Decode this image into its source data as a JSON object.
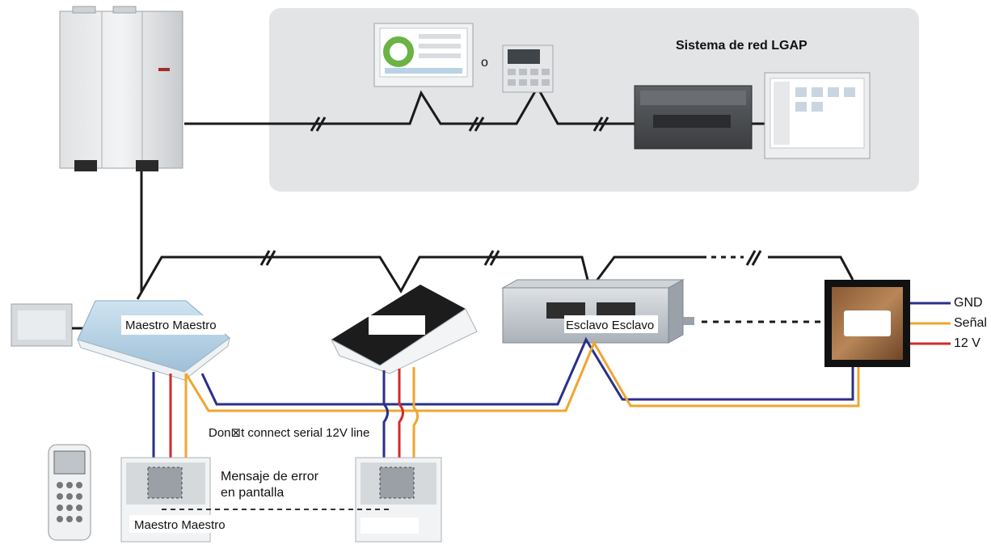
{
  "network": {
    "title": "Sistema de red LGAP",
    "or_label": "o"
  },
  "units": {
    "master_cassette_label": "Maestro Maestro",
    "slave_duct_label": "Esclavo Esclavo",
    "master_controller_label": "Maestro Maestro"
  },
  "notes": {
    "no_serial": "Don⊠t connect serial 12V line",
    "error_message_line1": "Mensaje de error",
    "error_message_line2": "en pantalla"
  },
  "terminals": {
    "gnd": "GND",
    "signal": "Señal",
    "v12": "12 V"
  },
  "colors": {
    "gnd_wire": "#2b2f8a",
    "signal_wire": "#f0a530",
    "power_wire": "#d42a2a",
    "bus_wire": "#1a1a1a",
    "network_panel": "#e3e4e6"
  }
}
